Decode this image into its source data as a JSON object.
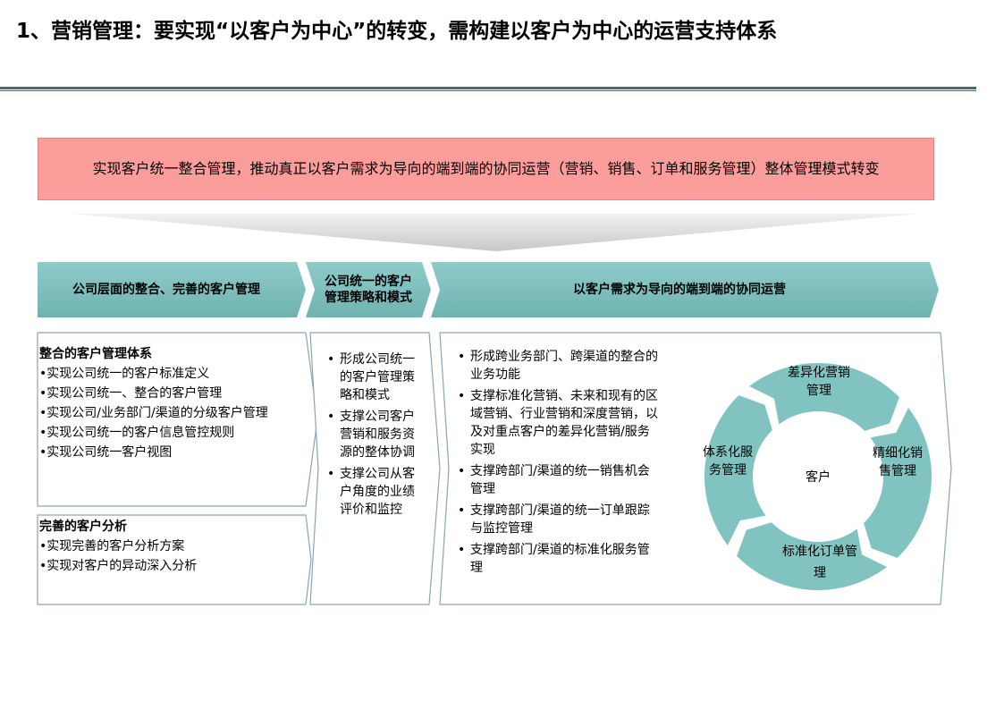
{
  "title": "1、营销管理：要实现“以客户为中心”的转变，需构建以客户为中心的运营支持体系",
  "banner": "实现客户统一整合管理，推动真正以客户需求为导向的端到端的协同运营（营销、销售、订单和服务管理）整体管理模式转变",
  "headers": {
    "h1": "公司层面的整合、完善的客户管理",
    "h2": "公司统一的客户管理策略和模式",
    "h3": "以客户需求为导向的端到端的协同运营"
  },
  "col1": {
    "box1_title": "整合的客户管理体系",
    "box1_items": [
      "•实现公司统一的客户标准定义",
      "•实现公司统一、整合的客户管理",
      "•实现公司/业务部门/渠道的分级客户管理",
      "•实现公司统一的客户信息管控规则",
      "•实现公司统一客户视图"
    ],
    "box2_title": "完善的客户分析",
    "box2_items": [
      "•实现完善的客户分析方案",
      "•实现对客户的异动深入分析"
    ]
  },
  "col2": {
    "items": [
      "形成公司统一的客户管理策略和模式",
      "支撑公司客户营销和服务资源的整体协调",
      "支撑公司从客户角度的业绩评价和监控"
    ]
  },
  "col3": {
    "items": [
      "形成跨业务部门、跨渠道的整合的业务功能",
      "支撑标准化营销、未来和现有的区域营销、行业营销和深度营销，以及对重点客户的差异化营销/服务实现",
      "支撑跨部门/渠道的统一销售机会管理",
      "支撑跨部门/渠道的统一订单跟踪与监控管理",
      "支撑跨部门/渠道的标准化服务管理"
    ]
  },
  "cycle": {
    "center": "客户",
    "top": "差异化营销管理",
    "right": "精细化销售管理",
    "bottom": "标准化订单管理",
    "left": "体系化服务管理"
  },
  "colors": {
    "teal": "#80c3c1",
    "banner": "#fb9e9b",
    "rule": "#3f6e7a"
  }
}
